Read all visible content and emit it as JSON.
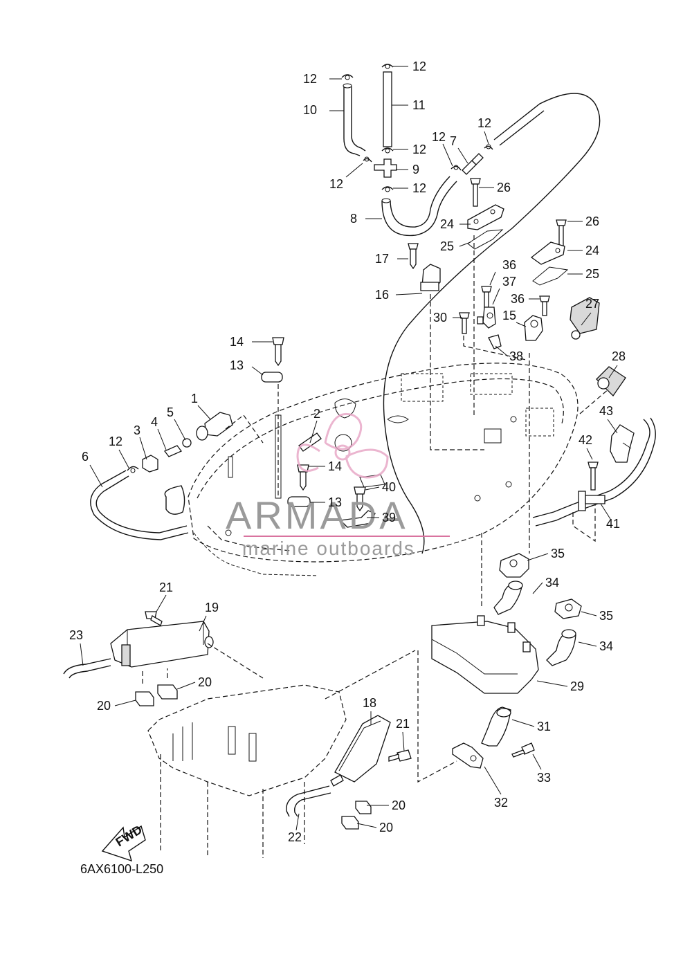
{
  "diagram": {
    "code": "6AX6100-L250",
    "fwd_label": "FWD",
    "watermark": {
      "brand": "ARMADA",
      "tagline": "marine outboards"
    },
    "colors": {
      "line": "#111111",
      "watermark_text": "#9a9a9a",
      "watermark_logo": "#e7a3c4",
      "watermark_rule": "#d9739f"
    },
    "callouts": [
      {
        "id": "c1",
        "label": "1"
      },
      {
        "id": "c2",
        "label": "2"
      },
      {
        "id": "c3",
        "label": "3"
      },
      {
        "id": "c4",
        "label": "4"
      },
      {
        "id": "c5",
        "label": "5"
      },
      {
        "id": "c6",
        "label": "6"
      },
      {
        "id": "c7",
        "label": "7"
      },
      {
        "id": "c8",
        "label": "8"
      },
      {
        "id": "c9",
        "label": "9"
      },
      {
        "id": "c10",
        "label": "10"
      },
      {
        "id": "c11",
        "label": "11"
      },
      {
        "id": "c12a",
        "label": "12"
      },
      {
        "id": "c12b",
        "label": "12"
      },
      {
        "id": "c12c",
        "label": "12"
      },
      {
        "id": "c12d",
        "label": "12"
      },
      {
        "id": "c12e",
        "label": "12"
      },
      {
        "id": "c12f",
        "label": "12"
      },
      {
        "id": "c12g",
        "label": "12"
      },
      {
        "id": "c12h",
        "label": "12"
      },
      {
        "id": "c13a",
        "label": "13"
      },
      {
        "id": "c13b",
        "label": "13"
      },
      {
        "id": "c14a",
        "label": "14"
      },
      {
        "id": "c14b",
        "label": "14"
      },
      {
        "id": "c15",
        "label": "15"
      },
      {
        "id": "c16",
        "label": "16"
      },
      {
        "id": "c17",
        "label": "17"
      },
      {
        "id": "c18",
        "label": "18"
      },
      {
        "id": "c19",
        "label": "19"
      },
      {
        "id": "c20a",
        "label": "20"
      },
      {
        "id": "c20b",
        "label": "20"
      },
      {
        "id": "c20c",
        "label": "20"
      },
      {
        "id": "c20d",
        "label": "20"
      },
      {
        "id": "c21a",
        "label": "21"
      },
      {
        "id": "c21b",
        "label": "21"
      },
      {
        "id": "c22",
        "label": "22"
      },
      {
        "id": "c23",
        "label": "23"
      },
      {
        "id": "c24a",
        "label": "24"
      },
      {
        "id": "c24b",
        "label": "24"
      },
      {
        "id": "c25a",
        "label": "25"
      },
      {
        "id": "c25b",
        "label": "25"
      },
      {
        "id": "c26a",
        "label": "26"
      },
      {
        "id": "c26b",
        "label": "26"
      },
      {
        "id": "c27",
        "label": "27"
      },
      {
        "id": "c28",
        "label": "28"
      },
      {
        "id": "c29",
        "label": "29"
      },
      {
        "id": "c30",
        "label": "30"
      },
      {
        "id": "c31",
        "label": "31"
      },
      {
        "id": "c32",
        "label": "32"
      },
      {
        "id": "c33",
        "label": "33"
      },
      {
        "id": "c34a",
        "label": "34"
      },
      {
        "id": "c34b",
        "label": "34"
      },
      {
        "id": "c35a",
        "label": "35"
      },
      {
        "id": "c35b",
        "label": "35"
      },
      {
        "id": "c36a",
        "label": "36"
      },
      {
        "id": "c36b",
        "label": "36"
      },
      {
        "id": "c37",
        "label": "37"
      },
      {
        "id": "c38",
        "label": "38"
      },
      {
        "id": "c39",
        "label": "39"
      },
      {
        "id": "c40",
        "label": "40"
      },
      {
        "id": "c41",
        "label": "41"
      },
      {
        "id": "c42",
        "label": "42"
      },
      {
        "id": "c43",
        "label": "43"
      }
    ]
  }
}
